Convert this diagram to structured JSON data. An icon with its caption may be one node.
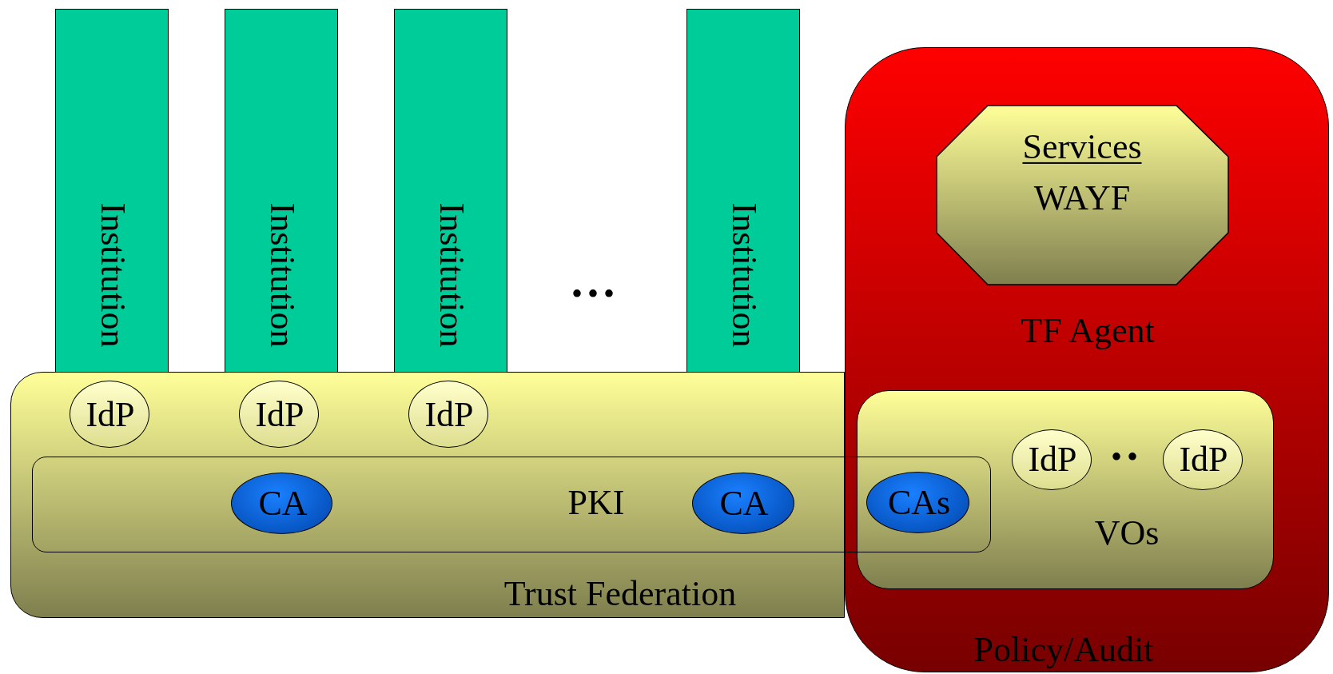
{
  "diagram": {
    "nodes": [
      {
        "text": [
          "Institution"
        ]
      },
      {
        "text": [
          "Institution"
        ]
      },
      {
        "text": [
          "Institution"
        ]
      },
      {
        "text": [
          "Institution"
        ]
      },
      {
        "text": [
          "TF Agent",
          "Policy/Audit"
        ]
      },
      {
        "text": [
          "Services",
          "WAYF"
        ],
        "in": 4
      },
      {
        "text": [
          "Trust Federation"
        ]
      },
      {
        "text": [
          "IdP"
        ],
        "in": 6
      },
      {
        "text": [
          "IdP"
        ],
        "in": 6
      },
      {
        "text": [
          "IdP"
        ],
        "in": 6
      },
      {
        "text": [
          "PKI"
        ]
      },
      {
        "text": [
          "CA"
        ],
        "in": 10
      },
      {
        "text": [
          "CA"
        ],
        "in": 10
      },
      {
        "text": [
          "CAs"
        ]
      },
      {
        "text": [
          "VOs"
        ],
        "in": 4
      },
      {
        "text": [
          "IdP"
        ],
        "in": 14
      },
      {
        "text": [
          "IdP"
        ],
        "in": 14
      }
    ],
    "labels": [
      "•••",
      "••"
    ]
  }
}
